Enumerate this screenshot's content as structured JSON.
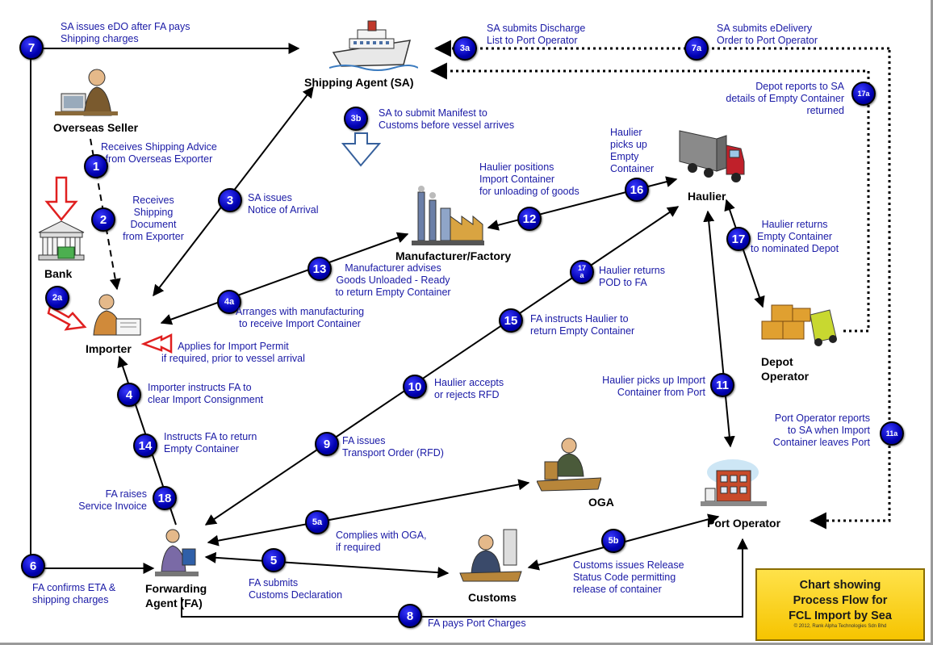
{
  "entities": {
    "shipping_agent": "Shipping Agent (SA)",
    "overseas_seller": "Overseas Seller",
    "bank": "Bank",
    "importer": "Importer",
    "manufacturer": "Manufacturer/Factory",
    "haulier": "Haulier",
    "depot_line1": "Depot",
    "depot_line2": "Operator",
    "oga": "OGA",
    "port_operator": "Port Operator",
    "customs": "Customs",
    "forwarding_line1": "Forwarding",
    "forwarding_line2": "Agent (FA)"
  },
  "steps": {
    "s1": {
      "num": "1",
      "l1": "Receives Shipping Advice",
      "l2": "from Overseas Exporter"
    },
    "s2": {
      "num": "2",
      "l1": "Receives",
      "l2": "Shipping",
      "l3": "Document",
      "l4": "from Exporter"
    },
    "s2a": {
      "num": "2a"
    },
    "s3": {
      "num": "3",
      "l1": "SA issues",
      "l2": "Notice of Arrival"
    },
    "s3a": {
      "num": "3a",
      "l1": "SA submits Discharge",
      "l2": "List  to Port Operator"
    },
    "s3b": {
      "num": "3b",
      "l1": "SA to submit Manifest to",
      "l2": "Customs before vessel arrives"
    },
    "s4": {
      "num": "4",
      "l1": "Importer instructs FA to",
      "l2": "clear Import Consignment"
    },
    "s4a": {
      "num": "4a",
      "l1": "Arranges with manufacturing",
      "l2": "to receive Import Container"
    },
    "s4b": {
      "l1": "Applies for Import Permit",
      "l2": "if required, prior to vessel arrival"
    },
    "s5": {
      "num": "5",
      "l1": "FA submits",
      "l2": "Customs Declaration"
    },
    "s5a": {
      "num": "5a",
      "l1": "Complies with OGA,",
      "l2": "if required"
    },
    "s5b": {
      "num": "5b",
      "l1": "Customs issues Release",
      "l2": "Status Code permitting",
      "l3": "release of container"
    },
    "s6": {
      "num": "6",
      "l1": "FA confirms ETA &",
      "l2": "shipping charges"
    },
    "s7": {
      "num": "7",
      "l1": "SA issues eDO after FA pays",
      "l2": "Shipping charges"
    },
    "s7a": {
      "num": "7a",
      "l1": "SA submits eDelivery",
      "l2": "Order to Port Operator"
    },
    "s8": {
      "num": "8",
      "l1": "FA pays Port Charges"
    },
    "s9": {
      "num": "9",
      "l1": "FA issues",
      "l2": "Transport Order (RFD)"
    },
    "s10": {
      "num": "10",
      "l1": "Haulier accepts",
      "l2": "or rejects RFD"
    },
    "s11": {
      "num": "11",
      "l1": "Haulier picks up Import",
      "l2": "Container from Port"
    },
    "s11a": {
      "num": "11a",
      "l1": "Port Operator reports",
      "l2": "to SA when Import",
      "l3": "Container leaves Port"
    },
    "s12": {
      "num": "12",
      "l1": "Haulier positions",
      "l2": "Import Container",
      "l3": "for unloading of goods"
    },
    "s13": {
      "num": "13",
      "l1": "Manufacturer advises",
      "l2": "Goods Unloaded - Ready",
      "l3": "to return Empty Container"
    },
    "s14": {
      "num": "14",
      "l1": "Instructs FA to return",
      "l2": "Empty Container"
    },
    "s15": {
      "num": "15",
      "l1": "FA instructs Haulier to",
      "l2": "return Empty Container"
    },
    "s16": {
      "num": "16",
      "l1": "Haulier",
      "l2": "picks up",
      "l3": "Empty",
      "l4": "Container"
    },
    "s17": {
      "num": "17",
      "l1": "Haulier returns",
      "l2": "Empty Container",
      "l3": "to nominated Depot"
    },
    "s17a": {
      "num": "17a",
      "l1": "Depot reports to SA",
      "l2": "details of Empty Container",
      "l3": "returned"
    },
    "s17a2": {
      "num_top": "17",
      "num_bot": "a",
      "l1": "Haulier returns",
      "l2": "POD  to FA"
    },
    "s18": {
      "num": "18",
      "l1": "FA raises",
      "l2": "Service Invoice"
    }
  },
  "title_box": {
    "line1": "Chart showing",
    "line2": "Process Flow for",
    "line3": "FCL Import by Sea",
    "copyright": "© 2012, Rank Alpha Technologies Sdn Bhd"
  },
  "colors": {
    "text": "#1a1aa6",
    "badge": "#0000b0",
    "title_bg": "#f6c400",
    "callout_arrow": "#e02020"
  }
}
